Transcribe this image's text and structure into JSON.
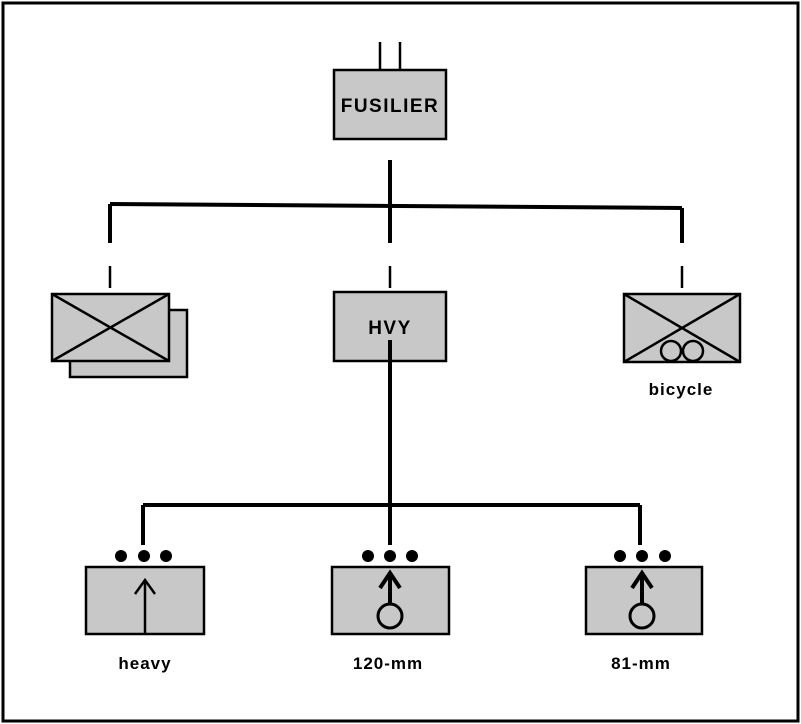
{
  "diagram": {
    "units": {
      "top": {
        "label": "FUSILIER",
        "size_indicator": "||"
      },
      "left": {
        "label": "",
        "symbol": "infantry-multiple-icon"
      },
      "middle": {
        "label": "HVY"
      },
      "right": {
        "label": "",
        "symbol": "infantry-bicycle-icon",
        "caption": "bicycle"
      }
    },
    "subunits": [
      {
        "caption": "heavy",
        "symbol": "arrow-up-icon",
        "size_indicator": "●●●"
      },
      {
        "caption": "120-mm",
        "symbol": "mortar-icon",
        "size_indicator": "●●●"
      },
      {
        "caption": "81-mm",
        "symbol": "mortar-icon",
        "size_indicator": "●●●"
      }
    ],
    "colors": {
      "fill": "#c8c8c8",
      "stroke": "#000000",
      "frame": "#000000"
    }
  }
}
